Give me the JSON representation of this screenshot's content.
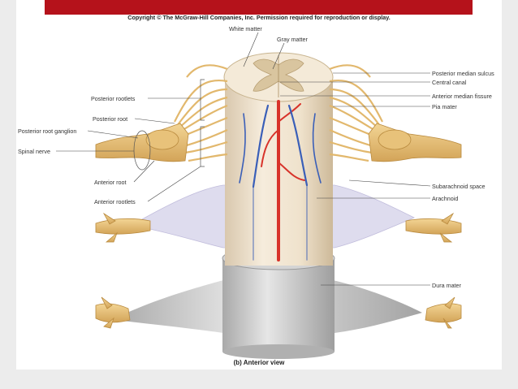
{
  "header": {
    "copyright": "Copyright © The McGraw-Hill Companies, Inc. Permission required for reproduction or display."
  },
  "labels": {
    "white_matter": "White matter",
    "gray_matter": "Gray matter",
    "posterior_median_sulcus": "Posterior median sulcus",
    "central_canal": "Central canal",
    "anterior_median_fissure": "Anterior median fissure",
    "pia_mater": "Pia mater",
    "posterior_rootlets": "Posterior rootlets",
    "posterior_root": "Posterior root",
    "posterior_root_ganglion": "Posterior root ganglion",
    "spinal_nerve": "Spinal nerve",
    "anterior_root": "Anterior root",
    "anterior_rootlets": "Anterior rootlets",
    "subarachnoid_space": "Subarachnoid space",
    "arachnoid": "Arachnoid",
    "dura_mater": "Dura mater"
  },
  "caption": "(b) Anterior view",
  "colors": {
    "accent_bar": "#b5121b",
    "nerve": "#e8c27a",
    "nerve_dark": "#c99a4a",
    "cord": "#f3e6d0",
    "artery": "#d8332a",
    "vein": "#3a5fb8",
    "dura": "#bdbdbd",
    "arachnoid": "#c9c4e2"
  }
}
